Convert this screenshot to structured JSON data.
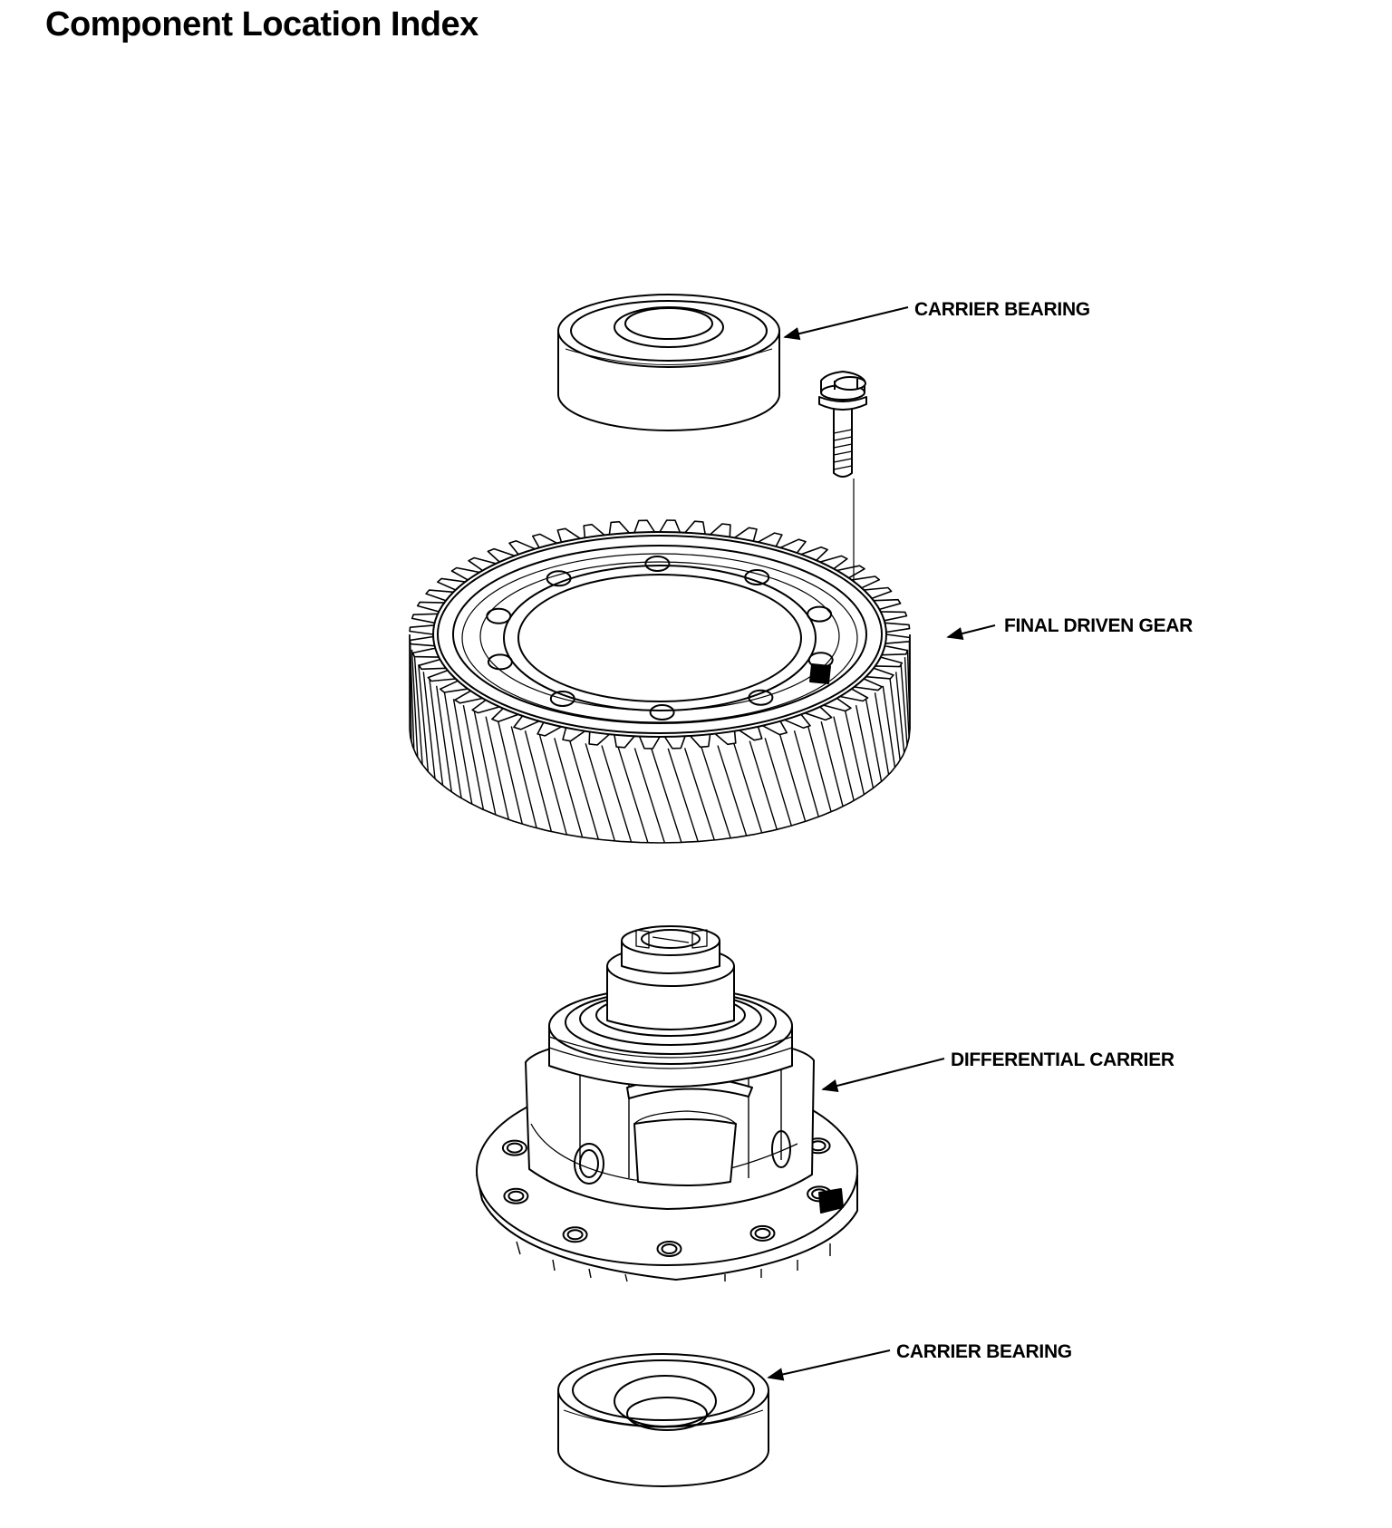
{
  "page": {
    "title": "Component Location Index"
  },
  "callouts": {
    "carrier_bearing_top": "CARRIER BEARING",
    "final_driven_gear": "FINAL DRIVEN GEAR",
    "differential_carrier": "DIFFERENTIAL CARRIER",
    "carrier_bearing_bottom": "CARRIER BEARING"
  },
  "colors": {
    "ink": "#000000",
    "paper": "#ffffff"
  }
}
